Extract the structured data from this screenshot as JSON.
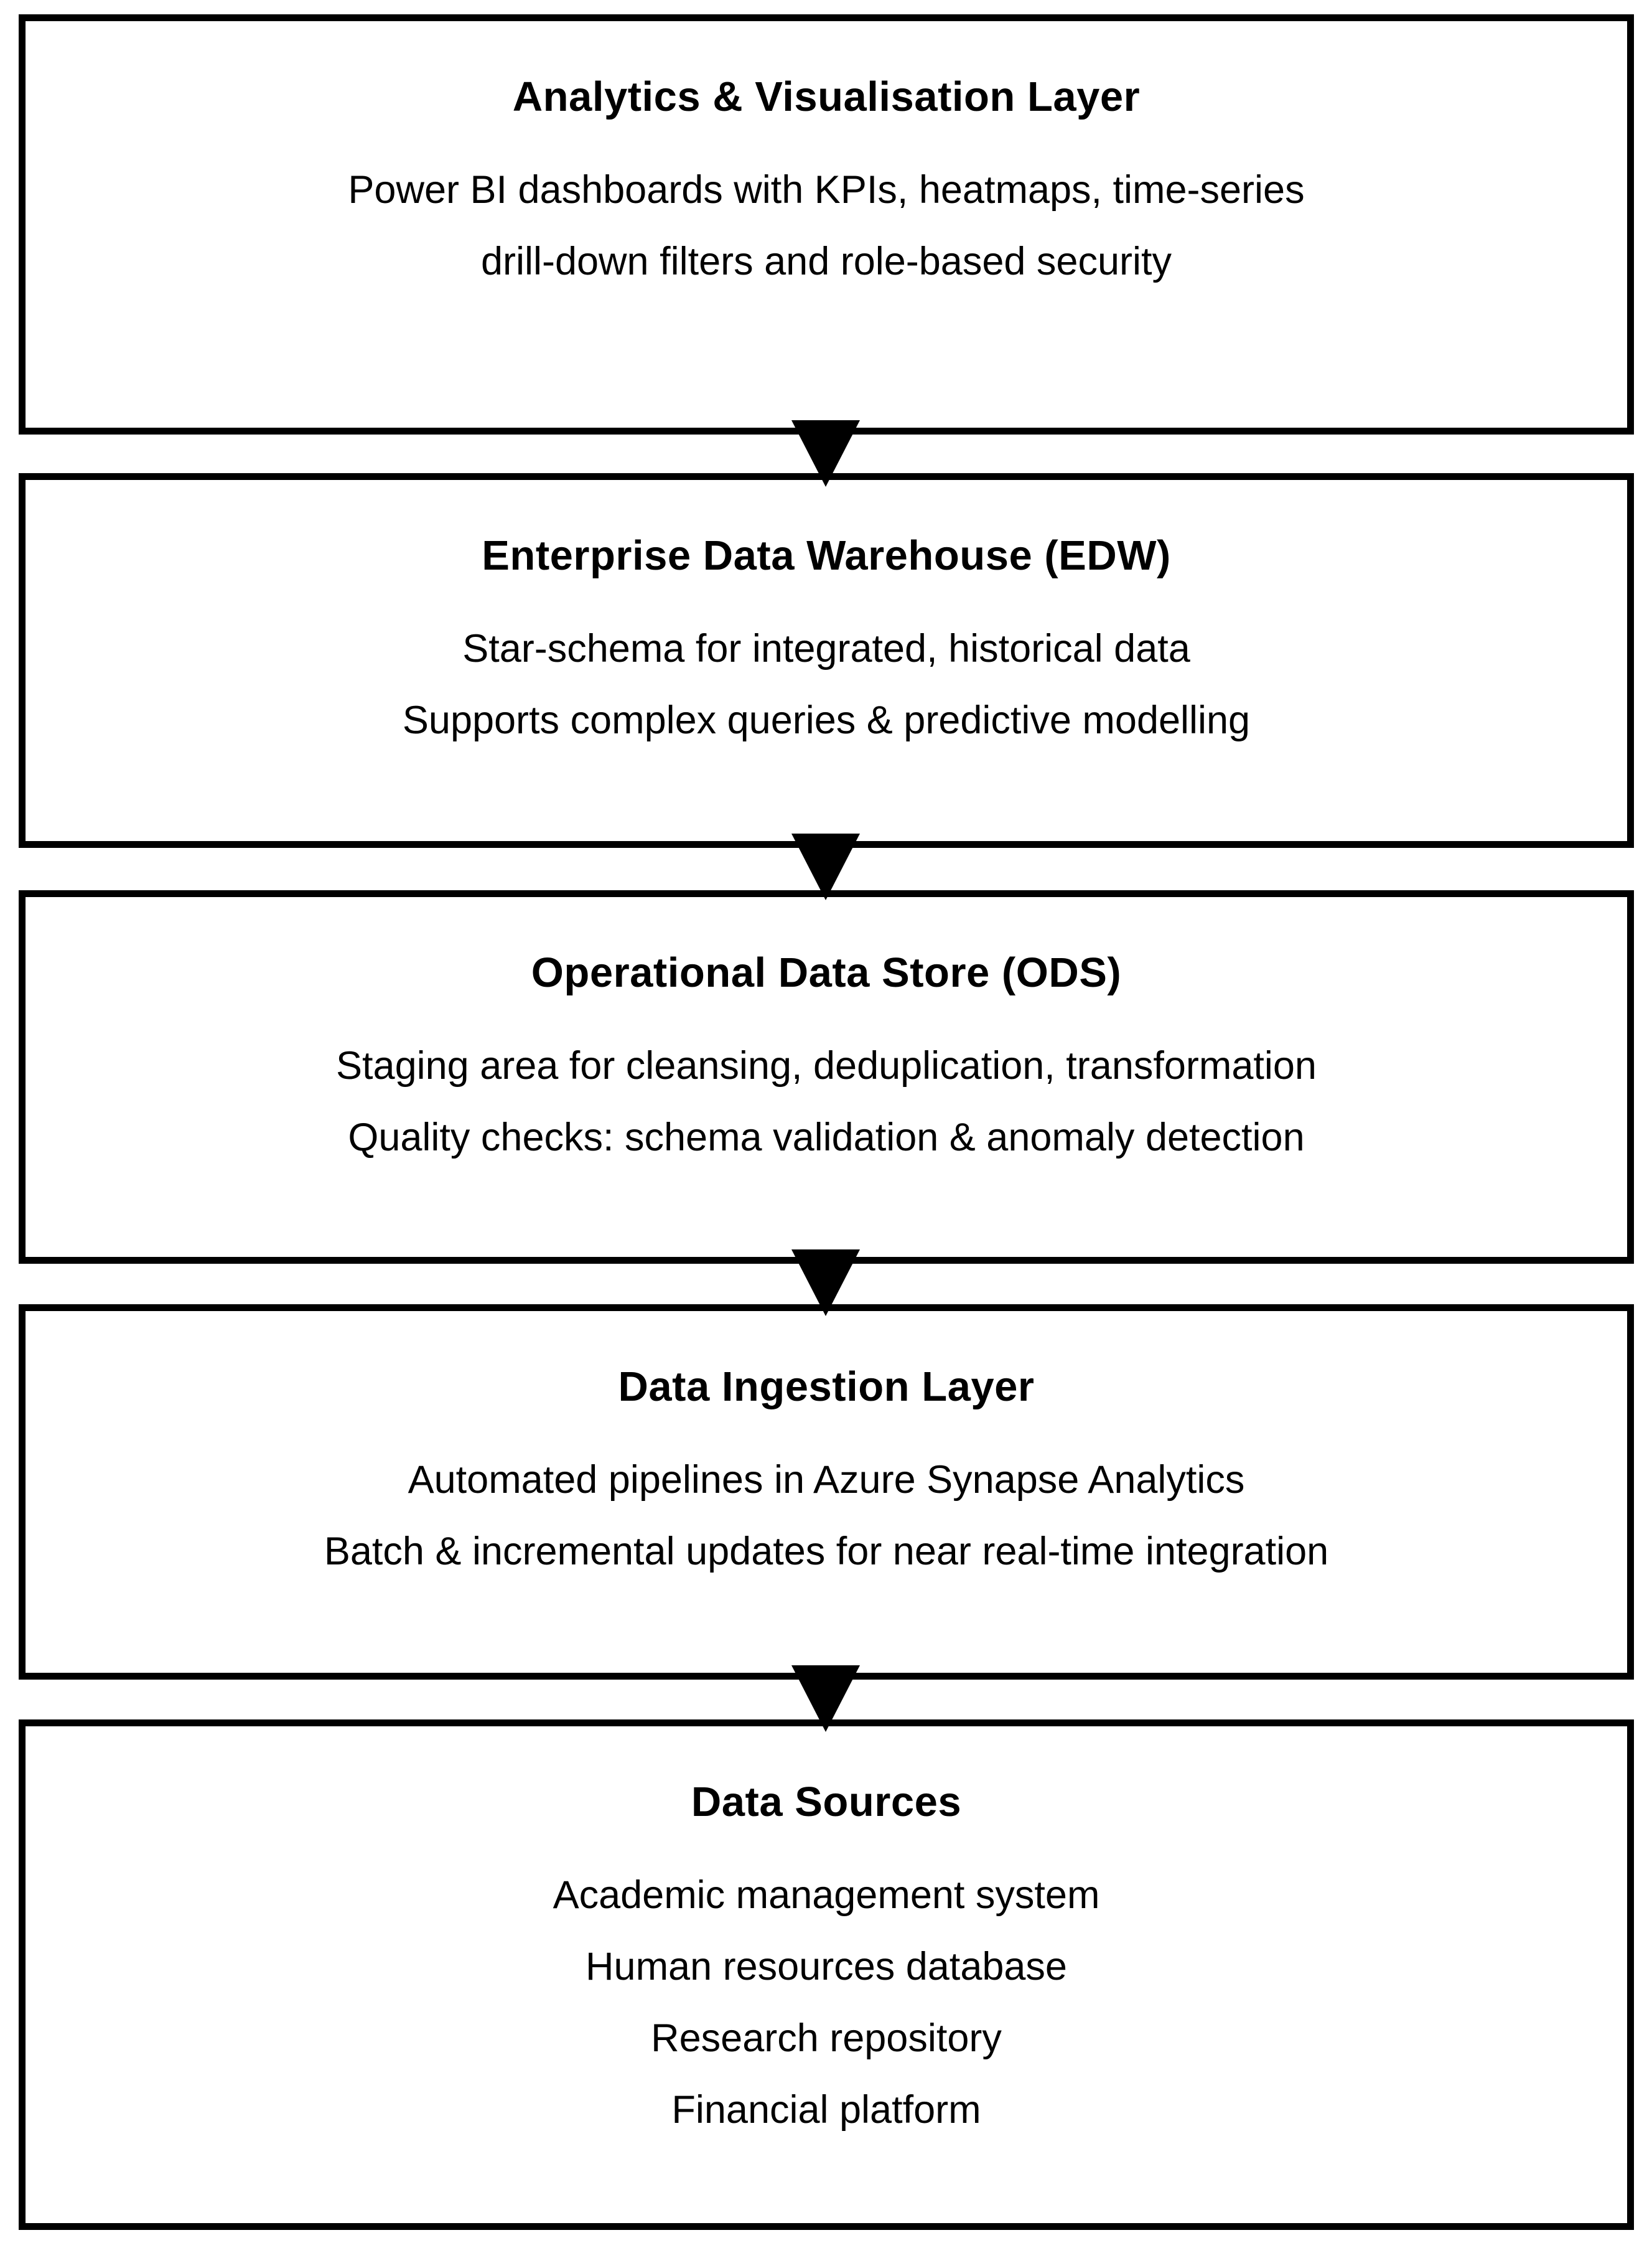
{
  "diagram": {
    "colors": {
      "background": "#ffffff",
      "border": "#000000",
      "text": "#000000",
      "arrow": "#000000"
    },
    "arrow_icon": "filled-downward-triangle",
    "layers": [
      {
        "title": "Analytics & Visualisation Layer",
        "lines": [
          "Power BI dashboards with KPIs, heatmaps, time-series",
          "drill-down filters and role-based security"
        ]
      },
      {
        "title": "Enterprise Data Warehouse (EDW)",
        "lines": [
          "Star-schema for integrated, historical data",
          "Supports complex queries & predictive modelling"
        ]
      },
      {
        "title": "Operational Data Store (ODS)",
        "lines": [
          "Staging area for cleansing, deduplication, transformation",
          "Quality checks: schema validation & anomaly detection"
        ]
      },
      {
        "title": "Data Ingestion Layer",
        "lines": [
          "Automated pipelines in Azure Synapse Analytics",
          "Batch & incremental updates for near real-time integration"
        ]
      },
      {
        "title": "Data Sources",
        "lines": [
          "Academic management system",
          "Human resources database",
          "Research repository",
          "Financial platform"
        ]
      }
    ]
  }
}
